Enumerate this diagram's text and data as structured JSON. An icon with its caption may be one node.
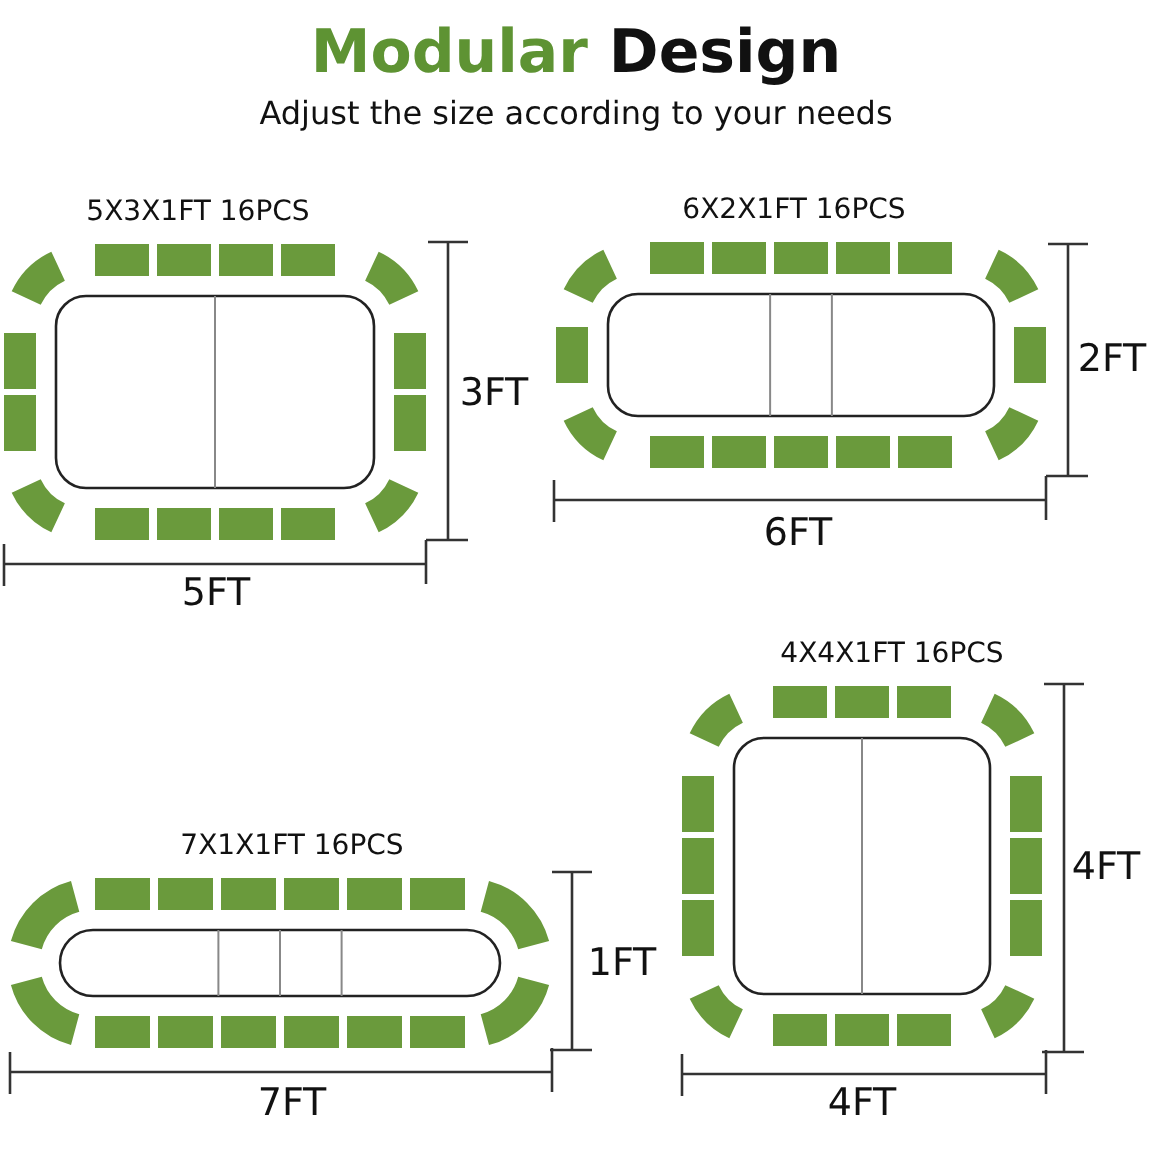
{
  "diagram": {
    "title": "Modular Design",
    "labels": [
      "Adjust the size according to your needs",
      "5X3X1FT 16PCS",
      "6X2X1FT 16PCS",
      "3FT",
      "2FT",
      "5FT",
      "6FT",
      "4X4X1FT 16PCS",
      "7X1X1FT 16PCS",
      "4FT",
      "1FT",
      "7FT",
      "4FT"
    ]
  }
}
